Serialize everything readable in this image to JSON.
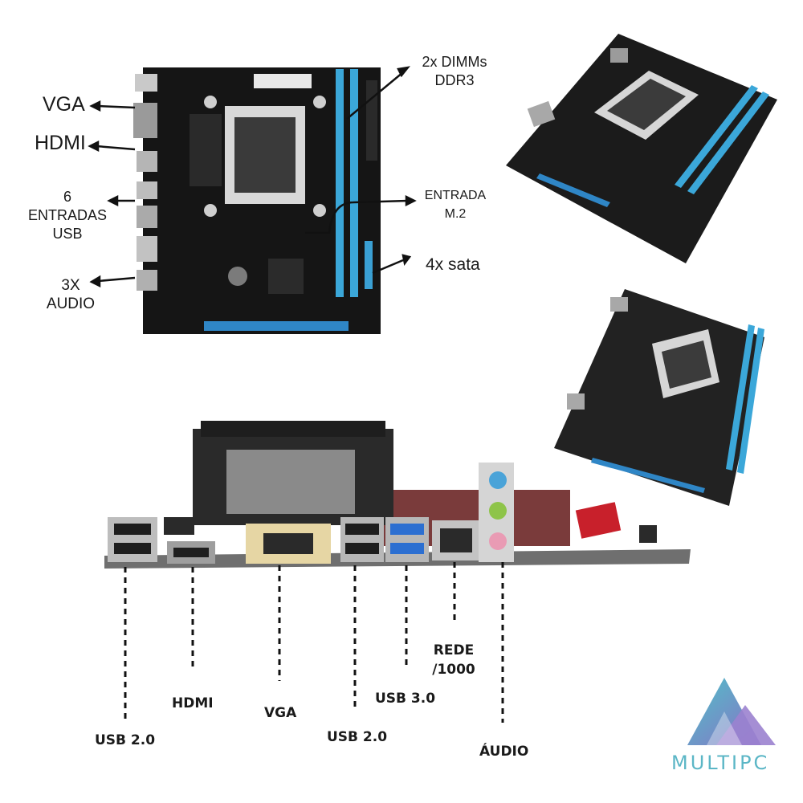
{
  "top_labels": {
    "vga": "VGA",
    "hdmi": "HDMI",
    "usb_count": "6",
    "usb_entries": "ENTRADAS",
    "usb_word": "USB",
    "audio_count": "3X",
    "audio_word": "AUDIO",
    "dimm_line1": "2x DIMMs",
    "dimm_line2": "DDR3",
    "m2_line1": "ENTRADA",
    "m2_line2": "M.2",
    "sata": "4x sata"
  },
  "io_labels": {
    "usb20_left": "USB 2.0",
    "hdmi": "HDMI",
    "vga": "VGA",
    "usb20_right": "USB 2.0",
    "usb30": "USB 3.0",
    "rede_line1": "REDE",
    "rede_line2": "/1000",
    "audio": "ÁUDIO"
  },
  "logo": {
    "text": "MULTIPC"
  },
  "colors": {
    "board": "#141414",
    "dimm_slot": "#3ba7d9",
    "pcie_slot": "#2f86c6",
    "logo_teal": "#4fc3c8",
    "logo_purple": "#8a6fc6"
  }
}
